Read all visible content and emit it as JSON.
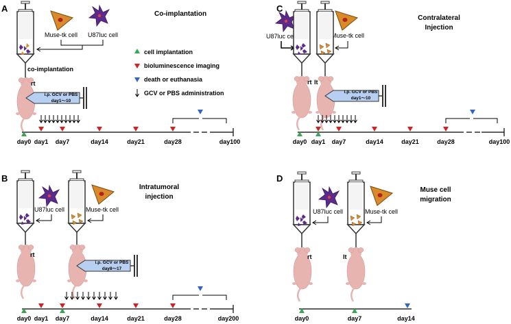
{
  "colors": {
    "mouse": "#e8b4b0",
    "syringe_fill": "#ffffff",
    "u87_cell": "#5b2a8a",
    "muse_cell": "#d98a2a",
    "pump": "#b7cff0",
    "green_marker": "#3aa655",
    "red_marker": "#d42020",
    "blue_marker": "#2f66c4"
  },
  "icons": [
    "syringe-icon",
    "mouse-icon",
    "u87-cell-icon",
    "muse-cell-icon",
    "infusion-pump-icon"
  ],
  "legend": {
    "cell_implantation": "cell implantation",
    "bioluminescence": "bioluminescence imaging",
    "death": "death or euthanasia",
    "gcv": "GCV or PBS administration"
  },
  "panel_a": {
    "letter": "A",
    "title": "Co-implantation",
    "muse_label": "Muse-tk cell",
    "u87_label": "U87luc cell",
    "syringe_label": "co-implantation",
    "side": "rt",
    "pump_line1": "i.p. GCV or PBS",
    "pump_line2": "day1～10",
    "ticks": [
      "day0",
      "day1",
      "day7",
      "day14",
      "day21",
      "day28",
      "day100"
    ]
  },
  "panel_b": {
    "letter": "B",
    "title_line1": "Intratumoral",
    "title_line2": "injection",
    "u87_label": "U87luc cell",
    "muse_label": "Muse-tk cell",
    "side": "rt",
    "pump_line1": "i.p. GCV or PBS",
    "pump_line2": "day8～17",
    "ticks": [
      "day0",
      "day1",
      "day7",
      "day14",
      "day21",
      "day28",
      "day200"
    ]
  },
  "panel_c": {
    "letter": "C",
    "title_line1": "Contralateral",
    "title_line2": "Injection",
    "u87_label": "U87luc cell",
    "muse_label": "Muse-tk cell",
    "side_left": "rt",
    "side_right": "lt",
    "pump_line1": "i.p. GCV or PBS",
    "pump_line2": "day1～10",
    "ticks": [
      "day0",
      "day1",
      "day7",
      "day14",
      "day21",
      "day28",
      "day100"
    ]
  },
  "panel_d": {
    "letter": "D",
    "title_line1": "Muse cell",
    "title_line2": "migration",
    "u87_label": "U87luc cell",
    "muse_label": "Muse-tk cell",
    "side_left": "rt",
    "side_right": "lt",
    "ticks": [
      "day0",
      "day7",
      "day14"
    ]
  }
}
